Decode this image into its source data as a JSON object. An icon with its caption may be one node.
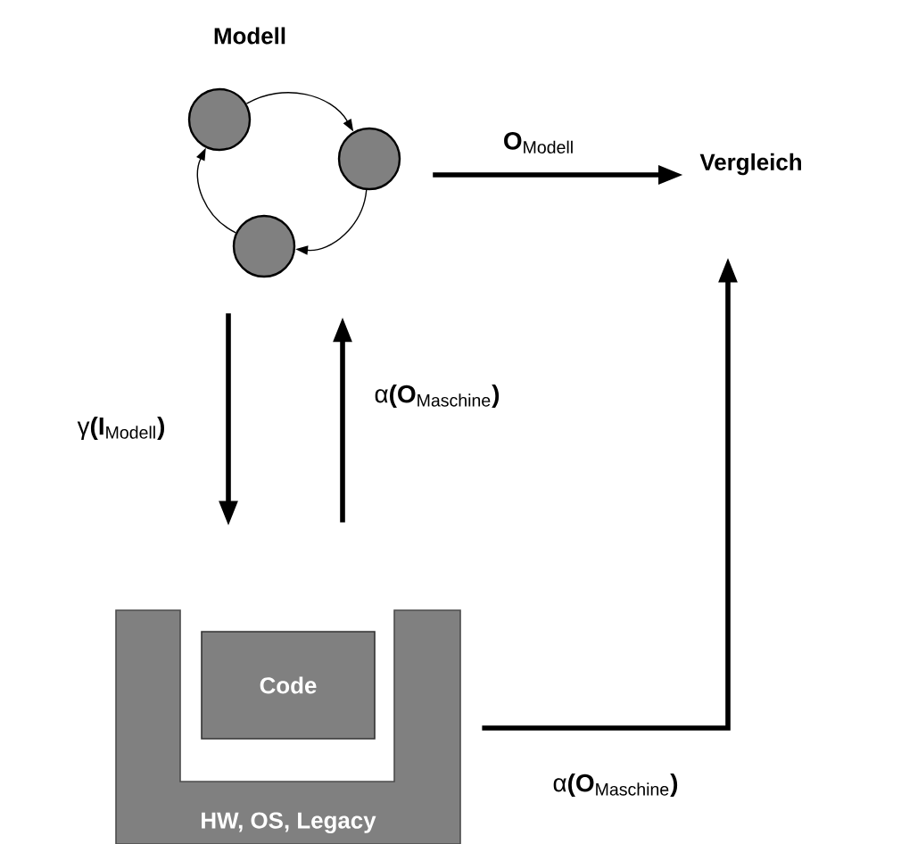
{
  "diagram": {
    "nodes": [
      {
        "text": [
          "Modell"
        ]
      },
      {
        "text": [],
        "shape": "circle"
      },
      {
        "text": [],
        "shape": "circle"
      },
      {
        "text": [],
        "shape": "circle"
      },
      {
        "text": [
          "HW, OS, Legacy"
        ]
      },
      {
        "text": [
          "Code"
        ],
        "in": 4
      },
      {
        "text": [
          "Vergleich"
        ]
      }
    ],
    "edges": [
      {
        "from": 1,
        "to": 2,
        "arrow": "to"
      },
      {
        "from": 2,
        "to": 3,
        "arrow": "to"
      },
      {
        "from": 3,
        "to": 1,
        "arrow": "to"
      },
      {
        "from": 2,
        "to": 6,
        "arrow": "to",
        "label": "**O**$_{Modell}$"
      },
      {
        "from": 3,
        "to": 4,
        "arrow": "to",
        "label": "γ**(I**$_{Modell}$**)**"
      },
      {
        "from": 4,
        "to": 3,
        "arrow": "to",
        "label": "α**(O**$_{Maschine}$**)**"
      },
      {
        "from": 4,
        "to": 6,
        "arrow": "to",
        "label": "α**(O**$_{Maschine}$**)**"
      }
    ]
  }
}
